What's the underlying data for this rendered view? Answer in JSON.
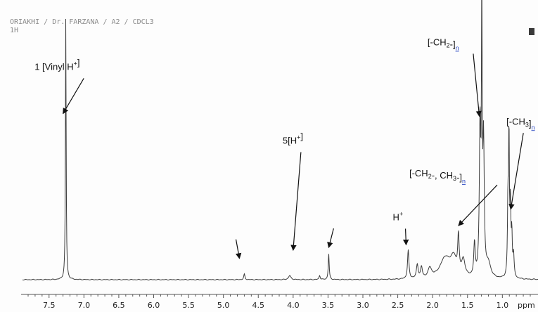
{
  "header": {
    "line1": "ORIAKHI / Dr. FARZANA / A2 / CDCL3",
    "line2": "1H"
  },
  "chart_data": {
    "type": "line",
    "xlabel": "ppm",
    "x_reversed": true,
    "xlim": [
      7.8,
      0.6
    ],
    "ticks": [
      7.5,
      7.0,
      6.5,
      6.0,
      5.5,
      5.0,
      4.5,
      4.0,
      3.5,
      3.0,
      2.5,
      2.0,
      1.5,
      1.0
    ],
    "tick_labels": [
      "7.5",
      "7.0",
      "6.5",
      "6.0",
      "5.5",
      "5.0",
      "4.5",
      "4.0",
      "3.5",
      "3.0",
      "2.5",
      "2.0",
      "1.5",
      "1.0"
    ],
    "ylim": [
      0,
      100
    ],
    "peaks": [
      {
        "ppm": 7.26,
        "height": 96,
        "width": 0.006
      },
      {
        "ppm": 4.7,
        "height": 2.0,
        "width": 0.01
      },
      {
        "ppm": 4.05,
        "height": 1.5,
        "width": 0.02
      },
      {
        "ppm": 3.62,
        "height": 1.5,
        "width": 0.01
      },
      {
        "ppm": 3.49,
        "height": 9.5,
        "width": 0.008
      },
      {
        "ppm": 2.35,
        "height": 10.5,
        "width": 0.012
      },
      {
        "ppm": 2.22,
        "height": 5.0,
        "width": 0.015
      },
      {
        "ppm": 2.16,
        "height": 4.0,
        "width": 0.015
      },
      {
        "ppm": 2.04,
        "height": 3.5,
        "width": 0.03
      },
      {
        "ppm": 1.82,
        "height": 7.5,
        "width": 0.09
      },
      {
        "ppm": 1.7,
        "height": 6.5,
        "width": 0.05
      },
      {
        "ppm": 1.63,
        "height": 13.5,
        "width": 0.012
      },
      {
        "ppm": 1.56,
        "height": 6.0,
        "width": 0.03
      },
      {
        "ppm": 1.4,
        "height": 12.0,
        "width": 0.012
      },
      {
        "ppm": 1.32,
        "height": 55,
        "width": 0.012
      },
      {
        "ppm": 1.295,
        "height": 98,
        "width": 0.006
      },
      {
        "ppm": 1.27,
        "height": 48,
        "width": 0.012
      },
      {
        "ppm": 1.2,
        "height": 5.0,
        "width": 0.04
      },
      {
        "ppm": 0.92,
        "height": 28,
        "width": 0.008
      },
      {
        "ppm": 0.905,
        "height": 52,
        "width": 0.006
      },
      {
        "ppm": 0.885,
        "height": 26,
        "width": 0.008
      },
      {
        "ppm": 0.865,
        "height": 15,
        "width": 0.008
      },
      {
        "ppm": 0.84,
        "height": 8,
        "width": 0.01
      }
    ],
    "annotations": [
      {
        "id": "vinyl",
        "text": "1 [Vinyl H",
        "sup": "+",
        "tail": "]",
        "sub": "",
        "link": "",
        "ppm": 7.3,
        "height": 61,
        "label_ppm": 6.85,
        "label_height": 77
      },
      {
        "id": "five-h",
        "text": "5[H",
        "sup": "+",
        "tail": "]",
        "sub": "",
        "link": "",
        "ppm": 4.0,
        "height": 11,
        "label_ppm": 4.05,
        "label_height": 50
      },
      {
        "id": "arrow-left",
        "text": "",
        "sup": "",
        "tail": "",
        "sub": "",
        "link": "",
        "ppm": 4.77,
        "height": 8,
        "label_ppm": 4.82,
        "label_height": 15
      },
      {
        "id": "arrow-right",
        "text": "",
        "sup": "",
        "tail": "",
        "sub": "",
        "link": "",
        "ppm": 3.49,
        "height": 12,
        "label_ppm": 3.42,
        "label_height": 19
      },
      {
        "id": "h-plus",
        "text": "H",
        "sup": "+",
        "tail": "",
        "sub": "",
        "link": "",
        "ppm": 2.38,
        "height": 13,
        "label_ppm": 2.47,
        "label_height": 22
      },
      {
        "id": "ch2-ch3",
        "text": "[-CH",
        "sup": "",
        "tail": "-, CH",
        "sub": "2",
        "sub2": "3",
        "tail2": "-]",
        "link": "n",
        "ppm": 1.63,
        "height": 20,
        "label_ppm": 1.78,
        "label_height": 38
      },
      {
        "id": "ch2-n",
        "text": "[-CH",
        "sup": "",
        "tail": "-]",
        "sub": "2",
        "link": "n",
        "ppm": 1.33,
        "height": 60,
        "label_ppm": 1.72,
        "label_height": 86
      },
      {
        "id": "ch3-n",
        "text": "[-CH",
        "sup": "",
        "tail": "]",
        "sub": "3",
        "link": "n",
        "ppm": 0.88,
        "height": 26,
        "label_ppm": 0.82,
        "label_height": 57
      }
    ]
  }
}
